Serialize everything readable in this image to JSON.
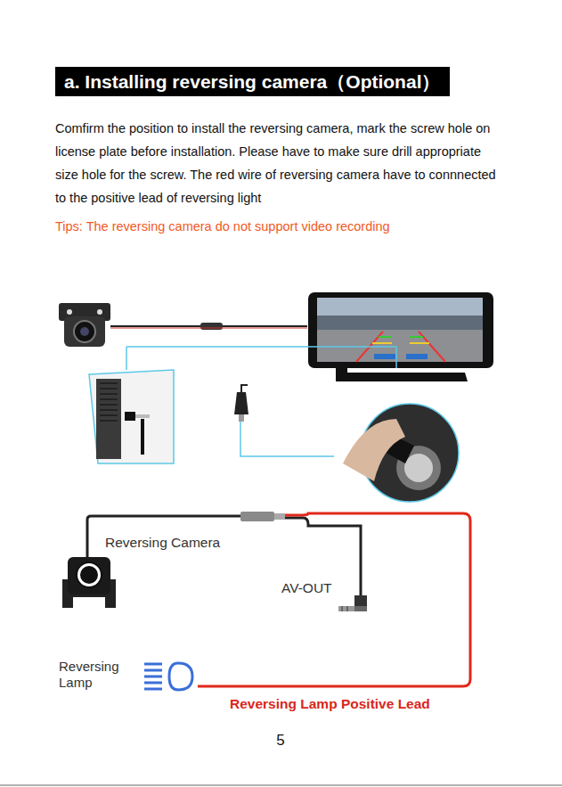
{
  "diagram": {
    "title": "a. Installing reversing camera（Optional）",
    "labels": [
      "Comfirm the position to install the reversing camera, mark the screw hole on license plate before installation. Please have to make sure drill appropriate size hole for the screw. The red wire of reversing camera have to connnected to the positive lead of reversing light",
      "Tips: The reversing camera do not support video recording",
      "Reversing Camera",
      "AV-OUT",
      "Reversing Lamp",
      "Reversing Lamp Positive Lead",
      "5"
    ]
  }
}
